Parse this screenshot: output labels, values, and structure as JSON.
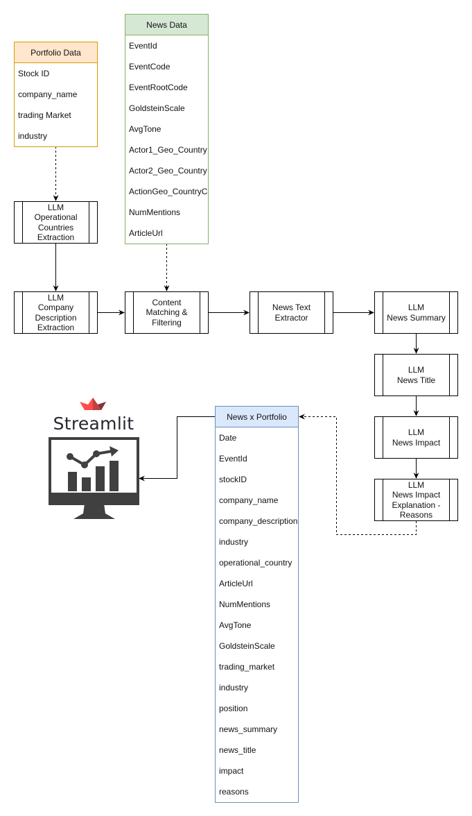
{
  "tables": {
    "portfolio": {
      "title": "Portfolio Data",
      "header_color": "#ffe6cc",
      "border_color": "#d79b00",
      "fields": [
        "Stock ID",
        "company_name",
        "trading Market",
        "industry"
      ]
    },
    "news": {
      "title": "News Data",
      "header_color": "#d5e8d4",
      "border_color": "#82b366",
      "fields": [
        "EventId",
        "EventCode",
        "EventRootCode",
        "GoldsteinScale",
        "AvgTone",
        "Actor1_Geo_Country",
        "Actor2_Geo_Country",
        "ActionGeo_CountryCode",
        "NumMentions",
        "ArticleUrl"
      ]
    },
    "news_x_portfolio": {
      "title": "News x Portfolio",
      "header_color": "#dae8fc",
      "border_color": "#6c8ebf",
      "fields": [
        "Date",
        "EventId",
        "stockID",
        "company_name",
        "company_description",
        "industry",
        "operational_country",
        "ArticleUrl",
        "NumMentions",
        "AvgTone",
        "GoldsteinScale",
        "trading_market",
        "industry",
        "position",
        "news_summary",
        "news_title",
        "impact",
        "reasons"
      ]
    }
  },
  "processes": {
    "op_countries": "LLM\nOperational\nCountries\nExtraction",
    "company_desc": "LLM\nCompany\nDescription\nExtraction",
    "content_matching": "Content\nMatching &\nFiltering",
    "news_text": "News Text\nExtractor",
    "news_summary": "LLM\nNews Summary",
    "news_title": "LLM\nNews Title",
    "news_impact": "LLM\nNews Impact",
    "impact_reasons": "LLM\nNews Impact\nExplanation -\nReasons"
  },
  "streamlit": {
    "label": "Streamlit",
    "logo_colors": [
      "#ff4b4b",
      "#bd4043",
      "#7d353b"
    ],
    "monitor_color": "#404040"
  },
  "edges": [
    {
      "from": "Portfolio Data",
      "to": "LLM Operational Countries Extraction",
      "style": "dashed"
    },
    {
      "from": "LLM Operational Countries Extraction",
      "to": "LLM Company Description Extraction",
      "style": "solid"
    },
    {
      "from": "News Data",
      "to": "Content Matching & Filtering",
      "style": "dashed"
    },
    {
      "from": "LLM Company Description Extraction",
      "to": "Content Matching & Filtering",
      "style": "solid"
    },
    {
      "from": "Content Matching & Filtering",
      "to": "News Text Extractor",
      "style": "solid"
    },
    {
      "from": "News Text Extractor",
      "to": "LLM News Summary",
      "style": "solid"
    },
    {
      "from": "LLM News Summary",
      "to": "LLM News Title",
      "style": "solid"
    },
    {
      "from": "LLM News Title",
      "to": "LLM News Impact",
      "style": "solid"
    },
    {
      "from": "LLM News Impact",
      "to": "LLM News Impact Explanation - Reasons",
      "style": "solid"
    },
    {
      "from": "LLM News Impact Explanation - Reasons",
      "to": "News x Portfolio",
      "style": "dashed"
    },
    {
      "from": "News x Portfolio",
      "to": "Streamlit",
      "style": "solid"
    }
  ]
}
